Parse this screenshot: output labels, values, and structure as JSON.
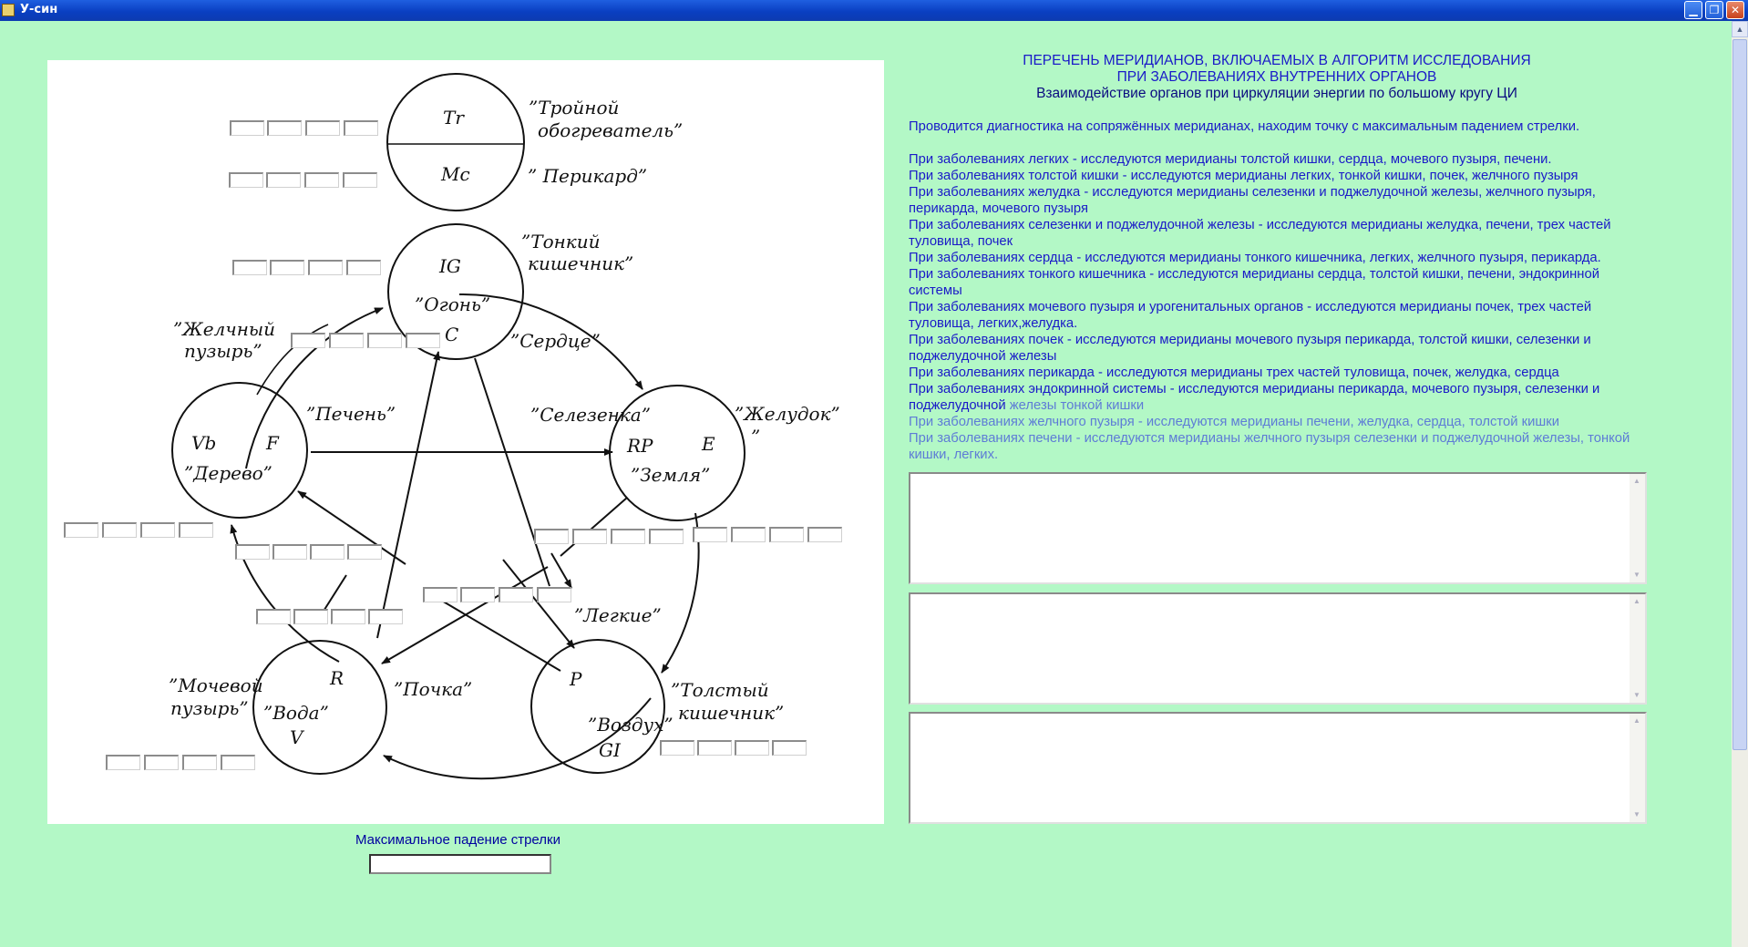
{
  "window": {
    "title": "У-син"
  },
  "diagram": {
    "labels": {
      "tr": "Tr",
      "mc": "Mc",
      "trojnoj_1": "”Тройной",
      "trojnoj_2": "обогреватель”",
      "perikard": "” Перикард”",
      "ig": "IG",
      "tonkij_1": "”Тонкий",
      "tonkij_2": "кишечник”",
      "ogon": "”Огонь”",
      "c": "C",
      "serdce": "”Сердце”",
      "zhelchnyj_1": "”Желчный",
      "zhelchnyj_2": "пузырь”",
      "vb": "Vb",
      "f": "F",
      "pechen": "”Печень”",
      "derevo": "”Дерево”",
      "selezenka": "”Селезенка”",
      "rp": "RP",
      "e": "E",
      "zheludok_1": "”Желудок”",
      "zheludok_2": "”",
      "zemlya": "”Земля”",
      "legkie": "”Легкие”",
      "mochevoj_1": "”Мочевой",
      "mochevoj_2": "пузырь”",
      "r": "R",
      "pochka": "”Почка”",
      "voda": "”Вода”",
      "v": "V",
      "p": "P",
      "tolstyj_1": "”Толстый",
      "tolstyj_2": "кишечник”",
      "vozduh": "”Воздух”",
      "gi": "GI"
    }
  },
  "max_drop": {
    "label": "Максимальное падение стрелки",
    "value": ""
  },
  "info": {
    "title1": "ПЕРЕЧЕНЬ МЕРИДИАНОВ, ВКЛЮЧАЕМЫХ В АЛГОРИТМ ИССЛЕДОВАНИЯ",
    "title2": "ПРИ ЗАБОЛЕВАНИЯХ ВНУТРЕННИХ ОРГАНОВ",
    "subtitle": "Взаимодействие органов при циркуляции энергии по большому кругу ЦИ",
    "intro": "Проводится диагностика на сопряжённых меридианах, находим точку с максимальным падением стрелки.",
    "items": [
      "При заболеваниях легких - исследуются меридианы толстой кишки, сердца, мочевого пузыря, печени.",
      "При заболеваниях толстой кишки - исследуются меридианы легких, тонкой кишки, почек, желчного пузыря",
      "При заболеваниях желудка - исследуются меридианы селезенки и поджелудочной железы, желчного пузыря, перикарда, мочевого пузыря",
      "При заболеваниях селезенки и поджелудочной железы - исследуются меридианы желудка, печени, трех частей туловища, почек",
      "При заболеваниях сердца - исследуются меридианы тонкого кишечника, легких, желчного пузыря, перикарда.",
      "При заболеваниях тонкого кишечника - исследуются меридианы сердца, толстой кишки, печени, эндокринной системы",
      "При заболеваниях мочевого пузыря и урогенитальных органов - исследуются меридианы почек, трех частей туловища, легких,желудка.",
      "При заболеваниях почек - исследуются меридианы мочевого пузыря перикарда, толстой кишки, селезенки и поджелудочной железы",
      "При заболеваниях перикарда - исследуются меридианы трех частей туловища, почек, желудка, сердца",
      "При заболеваниях эндокринной системы - исследуются меридианы перикарда, мочевого пузыря, селезенки и поджелудочной"
    ],
    "item_tail": "железы тонкой кишки",
    "faint_items": [
      "При заболеваниях желчного пузыря - исследуются меридианы печени, желудка, сердца, толстой кишки",
      "При заболеваниях печени - исследуются меридианы желчного пузыря селезенки и поджелудочной железы, тонкой кишки, легких."
    ]
  }
}
